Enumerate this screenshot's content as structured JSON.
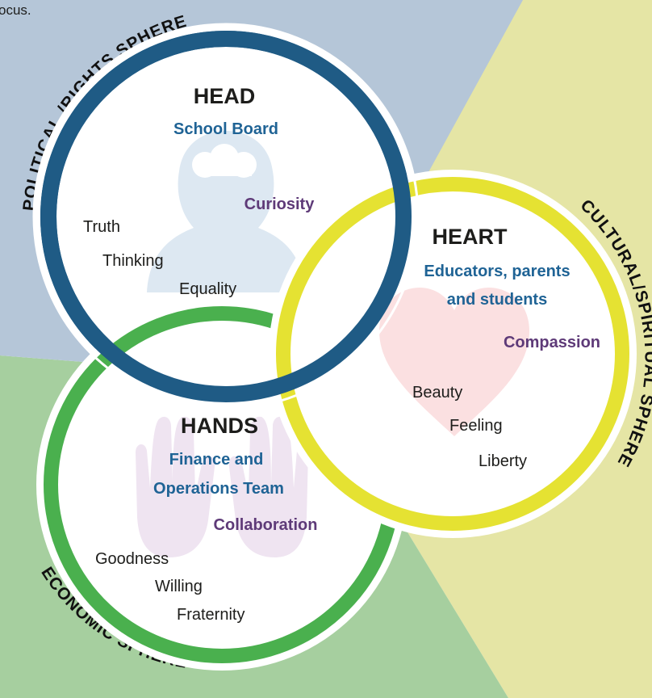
{
  "caption": "ocus.",
  "colors": {
    "political_bg": "#b5c6d8",
    "economic_bg": "#a6cf9f",
    "cultural_bg": "#e5e5a5",
    "head_ring": "#1f5b85",
    "heart_ring": "#e5e232",
    "hands_ring": "#4ab04e",
    "role_text": "#1f6395",
    "virtue_text": "#5e3a78"
  },
  "spheres": {
    "political": "POLITICAL /RIGHTS SPHERE",
    "cultural": "CULTURAL/SPIRITUAL SPHERE",
    "economic": "ECONOMIC SPHERE"
  },
  "head": {
    "title": "HEAD",
    "role": "School Board",
    "virtue": "Curiosity",
    "words": [
      "Truth",
      "Thinking",
      "Equality"
    ],
    "icon": "person-head-icon"
  },
  "heart": {
    "title": "HEART",
    "role_line1": "Educators, parents",
    "role_line2": "and students",
    "virtue": "Compassion",
    "words": [
      "Beauty",
      "Feeling",
      "Liberty"
    ],
    "icon": "heart-icon"
  },
  "hands": {
    "title": "HANDS",
    "role_line1": "Finance and",
    "role_line2": "Operations Team",
    "virtue": "Collaboration",
    "words": [
      "Goodness",
      "Willing",
      "Fraternity"
    ],
    "icon": "hands-icon"
  }
}
